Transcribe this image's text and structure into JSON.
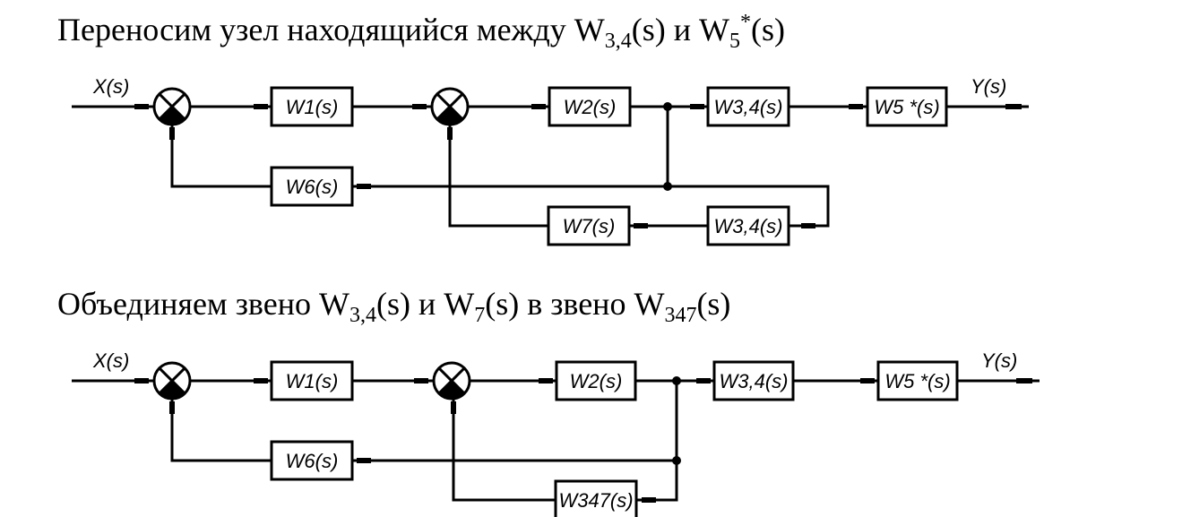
{
  "step1": {
    "heading": {
      "text": "Переносим узел находящийся между ",
      "w34_base": "W",
      "w34_sub": "3,4",
      "w34_tail": "(s) и ",
      "w5_base": "W",
      "w5_sub": "5",
      "w5_sup": "*",
      "w5_tail": "(s)"
    },
    "labels": {
      "input": "X(s)",
      "output": "Y(s)",
      "w1": "W1(s)",
      "w2": "W2(s)",
      "w34": "W3,4(s)",
      "w5": "W5 *(s)",
      "w6": "W6(s)",
      "w7": "W7(s)",
      "w34_feedback": "W3,4(s)"
    }
  },
  "step2": {
    "heading": {
      "text": "Объединяем звено ",
      "w34_base": "W",
      "w34_sub": "3,4",
      "w34_tail": "(s) и ",
      "w7_base": "W",
      "w7_sub": "7",
      "w7_tail": "(s) в звено ",
      "w347_base": "W",
      "w347_sub": "347",
      "w347_tail": "(s)"
    },
    "labels": {
      "input": "X(s)",
      "output": "Y(s)",
      "w1": "W1(s)",
      "w2": "W2(s)",
      "w34": "W3,4(s)",
      "w5": "W5 *(s)",
      "w6": "W6(s)",
      "w347": "W347(s)"
    }
  }
}
